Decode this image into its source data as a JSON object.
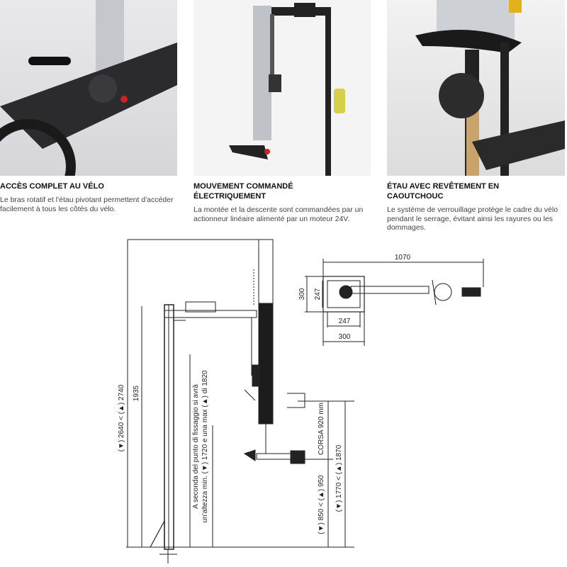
{
  "features": [
    {
      "title": "ACCÈS COMPLET AU VÉLO",
      "text": "Le bras rotatif et l'étau pivotant permettent d'accéder facilement à tous les côtés du vélo."
    },
    {
      "title": "MOUVEMENT COMMANDÉ ÉLECTRIQUEMENT",
      "text": "La montée et la descente sont commandées par un actionneur linéaire alimenté par un moteur 24V."
    },
    {
      "title": "ÉTAU AVEC REVÊTEMENT EN CAOUTCHOUC",
      "text": "Le système de verrouillage protège le cadre du vélo pendant le serrage, évitant ainsi les rayures ou les dommages."
    }
  ],
  "diagram": {
    "total_height": "(▼) 2640 < (▲) 2740",
    "column_height": "1935",
    "note_line1": "A seconda del punto di fissaggio si avrà",
    "note_line2": "un'altezza min. (▼) 1720 e una max (▲) di 1820",
    "stroke": "CORSA 920 mm",
    "clamp_height": "(▼) 850 < (▲) 950",
    "arm_height": "(▼) 1770 < (▲) 1870",
    "top_view": {
      "arm_length": "1070",
      "plate_outer_v": "300",
      "plate_inner_v": "247",
      "plate_inner_h": "247",
      "plate_outer_h": "300"
    }
  }
}
